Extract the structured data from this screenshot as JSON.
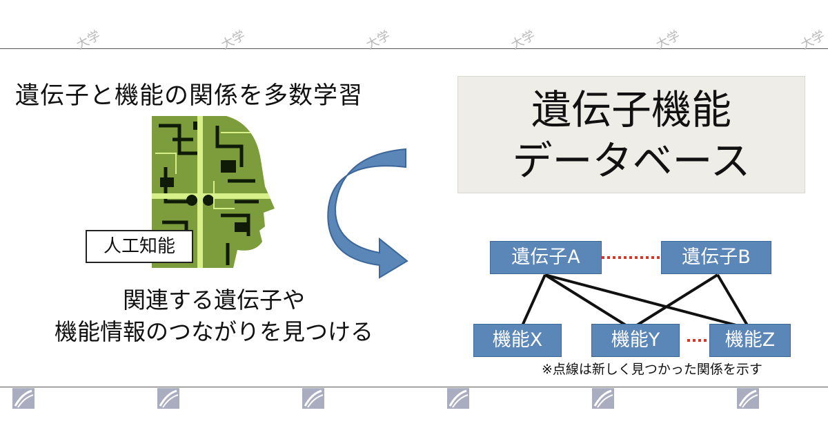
{
  "watermark": {
    "top_mark": "大学"
  },
  "left": {
    "heading": "遺伝子と機能の関係を多数学習",
    "ai_label": "人工知能",
    "caption_lines": [
      "関連する遺伝子や",
      "機能情報のつながりを見つける"
    ]
  },
  "database": {
    "lines": [
      "遺伝子機能",
      "データベース"
    ]
  },
  "network": {
    "nodes": {
      "gene_a": "遺伝子A",
      "gene_b": "遺伝子B",
      "func_x": "機能X",
      "func_y": "機能Y",
      "func_z": "機能Z"
    },
    "note": "※点線は新しく見つかった関係を示す"
  },
  "colors": {
    "node_fill": "#5b86b8",
    "arrow_fill": "#5b86b8",
    "dotted_link": "#d9342b",
    "db_fill": "#eeede7"
  },
  "icons": [
    "ai-head-circuit-icon",
    "curved-arrow-icon",
    "watermark-logo-icon"
  ]
}
